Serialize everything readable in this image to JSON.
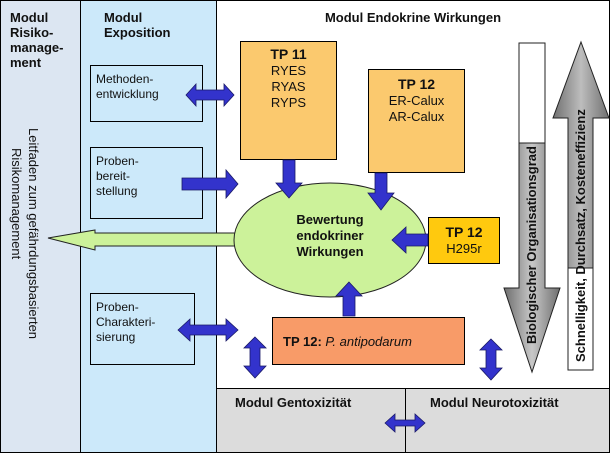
{
  "modules": {
    "risk": {
      "title_lines": [
        "Modul",
        "Risiko-",
        "manage-",
        "ment"
      ],
      "vertical_text_1": "Leitfaden zum gefährdungsbasierten",
      "vertical_text_2": "Risikomanagement"
    },
    "exposition": {
      "title_lines": [
        "Modul",
        "Exposition"
      ],
      "boxes": [
        {
          "lines": [
            "Methoden-",
            "entwicklung"
          ]
        },
        {
          "lines": [
            "Proben-",
            "bereit-",
            "stellung"
          ]
        },
        {
          "lines": [
            "Proben-",
            "Charakteri-",
            "sierung"
          ]
        }
      ]
    },
    "endocrine": {
      "title": "Modul Endokrine Wirkungen",
      "tp11": {
        "label": "TP 11",
        "items": [
          "RYES",
          "RYAS",
          "RYPS"
        ]
      },
      "tp12_calux": {
        "label": "TP 12",
        "items": [
          "ER-Calux",
          "AR-Calux"
        ]
      },
      "tp12_h295r": {
        "label": "TP 12",
        "items": [
          "H295r"
        ]
      },
      "tp12_snail": {
        "label": "TP 12:",
        "species": "P. antipodarum"
      },
      "center": {
        "lines": [
          "Bewertung",
          "endokriner",
          "Wirkungen"
        ]
      },
      "arrow_down_label": "Biologischer Organisationsgrad",
      "arrow_up_label": "Schnelligkeit, Durchsatz, Kosteneffizienz"
    },
    "gentox": {
      "title": "Modul Gentoxizität"
    },
    "neurotox": {
      "title": "Modul Neurotoxizität"
    }
  },
  "colors": {
    "risk_bg": "#dce6f2",
    "expo_bg": "#cce9fa",
    "tp_orange": "#fbc96e",
    "tp_yellow": "#ffc90e",
    "tp_salmon": "#f89b68",
    "ellipse_green": "#ccf29a",
    "arrow_blue": "#3333cc",
    "bottom_grey": "#dcdcdc"
  }
}
